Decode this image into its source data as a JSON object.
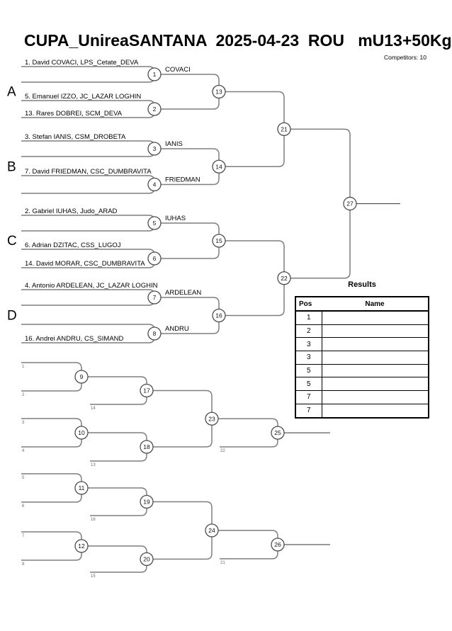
{
  "header": {
    "title": "CUPA_UnireaSANTANA  2025-04-23  ROU   mU13+50Kg",
    "competitors": "Competitors: 10"
  },
  "colors": {
    "bracket_line": "#7f7f7f",
    "circle_stroke": "#4d4d4d",
    "text": "#000000",
    "tiny_label": "#6b6b6b",
    "table_border": "#000000"
  },
  "main_bracket": {
    "sections": [
      {
        "letter": "A",
        "entries": [
          "1. David COVACI, LPS_Cetate_DEVA",
          "",
          "5. Emanuel IZZO, JC_LAZAR LOGHIN",
          "13. Rares DOBREI, SCM_DEVA"
        ],
        "matches": [
          {
            "number": "1",
            "winner": "COVACI"
          },
          {
            "number": "2",
            "winner": ""
          }
        ],
        "section_match": "13"
      },
      {
        "letter": "B",
        "entries": [
          "3. Stefan IANIS, CSM_DROBETA",
          "",
          "7. David FRIEDMAN, CSC_DUMBRAVITA",
          ""
        ],
        "matches": [
          {
            "number": "3",
            "winner": "IANIS"
          },
          {
            "number": "4",
            "winner": "FRIEDMAN"
          }
        ],
        "section_match": "14"
      },
      {
        "letter": "C",
        "entries": [
          "2. Gabriel IUHAS, Judo_ARAD",
          "",
          "6. Adrian DZITAC, CSS_LUGOJ",
          "14. David MORAR, CSC_DUMBRAVITA"
        ],
        "matches": [
          {
            "number": "5",
            "winner": "IUHAS"
          },
          {
            "number": "6",
            "winner": ""
          }
        ],
        "section_match": "15"
      },
      {
        "letter": "D",
        "entries": [
          "4. Antonio ARDELEAN, JC_LAZAR LOGHIN",
          "",
          "",
          "16. Andrei ANDRU, CS_SIMAND"
        ],
        "matches": [
          {
            "number": "7",
            "winner": "ARDELEAN"
          },
          {
            "number": "8",
            "winner": "ANDRU"
          }
        ],
        "section_match": "16"
      }
    ],
    "semifinal_matches": [
      "21",
      "22"
    ],
    "final_match": "27"
  },
  "repechage": {
    "groups": [
      {
        "entry_labels": [
          "1",
          "2"
        ],
        "round1_match": "9",
        "feed_label": "14",
        "round2_match": "17"
      },
      {
        "entry_labels": [
          "3",
          "4"
        ],
        "round1_match": "10",
        "feed_label": "13",
        "round2_match": "18"
      },
      {
        "entry_labels": [
          "5",
          "6"
        ],
        "round1_match": "11",
        "feed_label": "16",
        "round2_match": "19"
      },
      {
        "entry_labels": [
          "7",
          "8"
        ],
        "round1_match": "12",
        "feed_label": "15",
        "round2_match": "20"
      }
    ],
    "round3_matches": [
      "23",
      "24"
    ],
    "final_matches": [
      {
        "number": "25",
        "feed_label": "22"
      },
      {
        "number": "26",
        "feed_label": "21"
      }
    ]
  },
  "results": {
    "title": "Results",
    "headers": [
      "Pos",
      "Name"
    ],
    "rows": [
      {
        "pos": "1",
        "name": ""
      },
      {
        "pos": "2",
        "name": ""
      },
      {
        "pos": "3",
        "name": ""
      },
      {
        "pos": "3",
        "name": ""
      },
      {
        "pos": "5",
        "name": ""
      },
      {
        "pos": "5",
        "name": ""
      },
      {
        "pos": "7",
        "name": ""
      },
      {
        "pos": "7",
        "name": ""
      }
    ]
  }
}
